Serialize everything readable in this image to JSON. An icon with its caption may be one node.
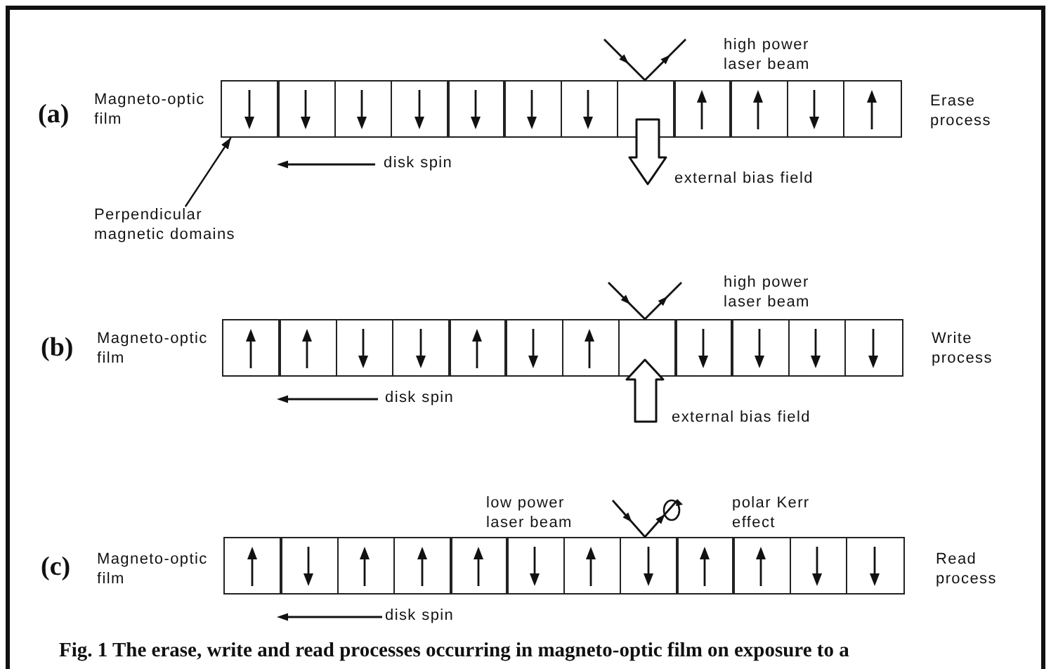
{
  "diagram": {
    "caption": "Fig. 1 The erase, write and read processes occurring in magneto-optic film on exposure to a",
    "nodes": [
      {
        "text": [],
        "shape": "box"
      },
      {
        "text": [],
        "shape": "box"
      },
      {
        "text": [],
        "shape": "box"
      },
      {
        "text": [],
        "shape": "box"
      },
      {
        "text": [],
        "shape": "box"
      },
      {
        "text": [],
        "shape": "box"
      },
      {
        "text": [],
        "shape": "box"
      },
      {
        "text": [],
        "shape": "box"
      },
      {
        "text": [],
        "shape": "box"
      },
      {
        "text": [],
        "shape": "box"
      },
      {
        "text": [],
        "shape": "box"
      },
      {
        "text": [],
        "shape": "box"
      },
      {
        "text": [
          "Perpendicular magnetic domains"
        ]
      },
      {
        "text": [],
        "shape": "box"
      },
      {
        "text": [],
        "shape": "box"
      },
      {
        "text": [],
        "shape": "box"
      },
      {
        "text": [],
        "shape": "box"
      },
      {
        "text": [],
        "shape": "box"
      },
      {
        "text": [],
        "shape": "box"
      },
      {
        "text": [],
        "shape": "box"
      },
      {
        "text": [],
        "shape": "box"
      },
      {
        "text": [],
        "shape": "box"
      },
      {
        "text": [],
        "shape": "box"
      },
      {
        "text": [],
        "shape": "box"
      },
      {
        "text": [],
        "shape": "box"
      },
      {
        "text": [],
        "shape": "box"
      },
      {
        "text": [],
        "shape": "box"
      },
      {
        "text": [],
        "shape": "box"
      },
      {
        "text": [],
        "shape": "box"
      },
      {
        "text": [],
        "shape": "box"
      },
      {
        "text": [],
        "shape": "box"
      },
      {
        "text": [],
        "shape": "box"
      },
      {
        "text": [],
        "shape": "box"
      },
      {
        "text": [],
        "shape": "box"
      },
      {
        "text": [],
        "shape": "box"
      },
      {
        "text": [],
        "shape": "box"
      },
      {
        "text": [],
        "shape": "box"
      }
    ],
    "edges": [
      {
        "from": 12,
        "to": 0,
        "arrow": "to"
      }
    ],
    "labels": [
      "high power laser beam",
      "(a)",
      "Magneto-optic film",
      "Erase process",
      "disk spin",
      "external bias field",
      "high power laser beam",
      "(b)",
      "Magneto-optic film",
      "Write process",
      "disk spin",
      "external bias field",
      "low power laser beam",
      "polar Kerr effect",
      "(c)",
      "Magneto-optic film",
      "Read process",
      "disk spin"
    ]
  }
}
